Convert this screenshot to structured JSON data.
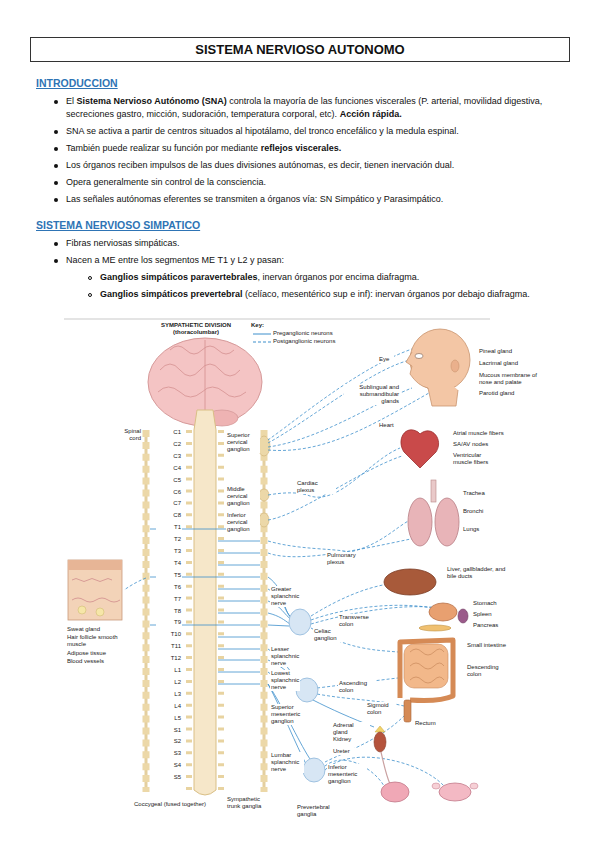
{
  "diagram": {
    "title": "SISTEMA NERVIOSO AUTONOMO",
    "labels": [
      "INTRODUCCION",
      "El",
      "Sistema Nervioso Autónomo (SNA)",
      "controla la mayoría de las funciones viscerales (P. arterial, movilidad digestiva, secreciones gastro, micción, sudoración, temperatura corporal, etc).",
      "Acción rápida.",
      "SNA se activa a partir de centros situados al hipotálamo, del tronco encefálico y la medula espinal.",
      "También puede realizar su función por mediante",
      "reflejos viscerales.",
      "Los órganos reciben impulsos de las dues divisiones autónomas, es decir, tienen inervación dual.",
      "Opera generalmente sin control de la consciencia.",
      "Las señales autónomas eferentes se transmiten a órganos vía: SN Simpático y Parasimpático.",
      "SISTEMA NERVIOSO SIMPATICO",
      "Fibras nerviosas simpáticas.",
      "Nacen a ME entre los segmentos ME T1 y L2 y pasan:",
      "Ganglios simpáticos paravertebrales",
      ", inervan órganos por encima diafragma.",
      "Ganglios simpáticos prevertebral",
      "(celíaco, mesentérico sup e inf): inervan órganos por debajo diafragma.",
      "SYMPATHETIC DIVISION (thoracolumbar)",
      "Key:",
      "Spinal cord",
      "C1",
      "C2",
      "C3",
      "C4",
      "C5",
      "C6",
      "C7",
      "C8",
      "T1",
      "T2",
      "T3",
      "T4",
      "T5",
      "T6",
      "T7",
      "T8",
      "T9",
      "T10",
      "T11",
      "T12",
      "L1",
      "L2",
      "L3",
      "L4",
      "L5",
      "S1",
      "S2",
      "S3",
      "S4",
      "S5",
      "Coccygeal (fused together)",
      "Superior cervical ganglion",
      "Middle cervical ganglion",
      "Inferior cervical ganglion",
      "Cardiac plexus",
      "Pulmonary plexus",
      "Greater splanchnic nerve",
      "Celiac ganglion",
      "Lesser splanchnic nerve",
      "Lowest splanchnic nerve",
      "Superior mesenteric ganglion",
      "Lumbar splanchnic nerve",
      "Inferior mesenteric ganglion",
      "Prevertebral ganglia",
      "Sympathetic trunk ganglia",
      "Eye",
      "Pineal gland",
      "Lacrimal gland",
      "Mucous membrane of nose and palate",
      "Parotid gland",
      "Sublingual and submandibular glands",
      "Heart",
      "Atrial muscle fibers",
      "SA/AV nodes",
      "Ventricular muscle fibers",
      "Trachea",
      "Bronchi",
      "Lungs",
      "Liver, gallbladder, and bile ducts",
      "Stomach",
      "Spleen",
      "Pancreas",
      "Transverse colon",
      "Small intestine",
      "Ascending colon",
      "Descending colon",
      "Sigmoid colon",
      "Rectum",
      "Adrenal gland",
      "Kidney",
      "Ureter",
      "Sweat gland",
      "Hair follicle smooth muscle",
      "Adipose tissue",
      "Blood vessels"
    ],
    "legend": [
      {
        "text": "Preganglionic neurons"
      },
      {
        "text": "Postganglionic neurons"
      }
    ]
  }
}
